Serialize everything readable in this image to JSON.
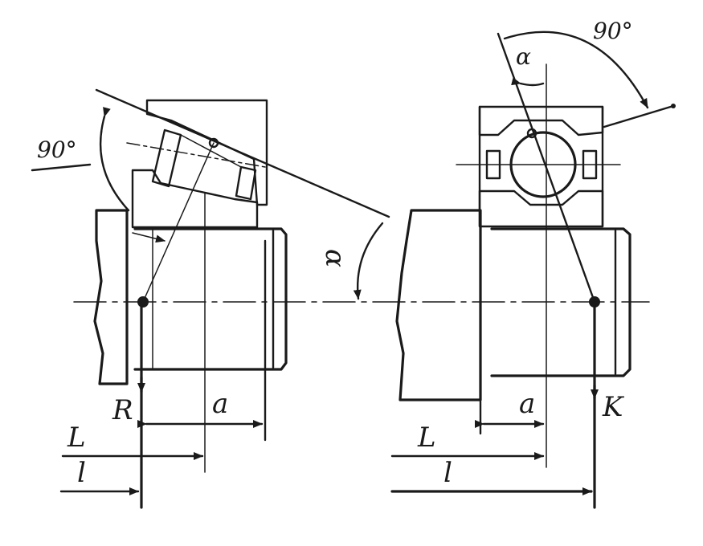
{
  "labels": {
    "left_angle": "90°",
    "right_angle": "90°",
    "alpha_left": "α",
    "alpha_right": "α",
    "force_left": "R",
    "force_right": "K",
    "a_left": "a",
    "a_right": "a",
    "L_left": "L",
    "L_right": "L",
    "l_left": "l",
    "l_right": "l"
  },
  "colors": {
    "ink": "#1a1a1a",
    "paper": "#ffffff"
  }
}
